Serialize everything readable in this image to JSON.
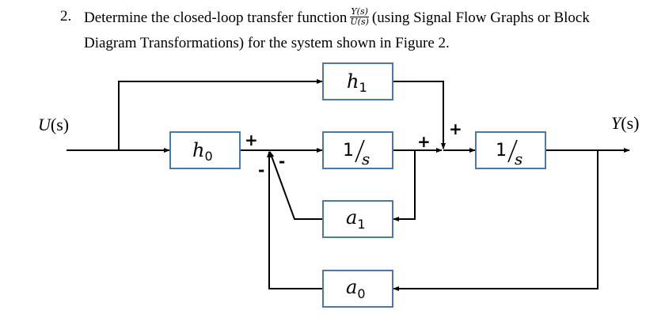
{
  "question": {
    "number": "2.",
    "line1_before": "Determine the closed-loop transfer function",
    "fraction_numerator": "Y(s)",
    "fraction_denominator": "U(s)",
    "line1_after": "(using Signal Flow Graphs or Block",
    "line2": "Diagram Transformations) for the system shown in Figure 2."
  },
  "diagram": {
    "input_label_var": "U",
    "input_label_arg": "(s)",
    "output_label_var": "Y",
    "output_label_arg": "(s)",
    "blocks": {
      "h1": {
        "var": "h",
        "sub": "1"
      },
      "h0": {
        "var": "h",
        "sub": "0"
      },
      "integrator1": {
        "num": "1",
        "den": "s"
      },
      "integrator2": {
        "num": "1",
        "den": "s"
      },
      "a1": {
        "var": "a",
        "sub": "1"
      },
      "a0": {
        "var": "a",
        "sub": "0"
      }
    },
    "signs": {
      "sum1_from_h0": "+",
      "sum1_from_a0": "-",
      "sum1_from_a1": "-",
      "sum2_from_integrator1": "+",
      "sum2_from_h1": "+"
    }
  }
}
